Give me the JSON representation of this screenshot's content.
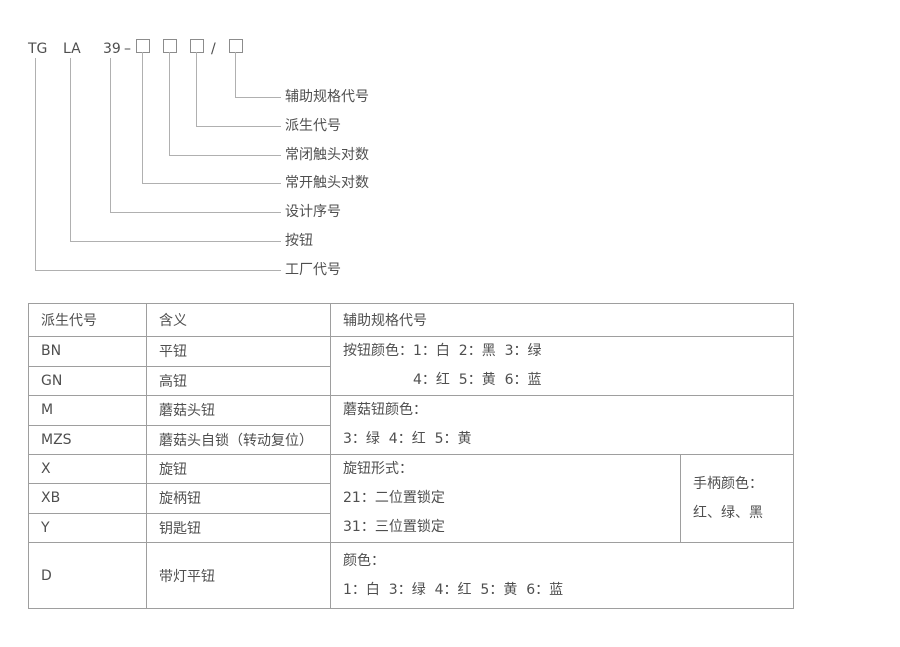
{
  "diagram": {
    "model_parts": {
      "factory": "TG",
      "type": "LA",
      "series": "39",
      "dash": "–",
      "slash": "/"
    },
    "callouts": [
      {
        "label": "辅助规格代号"
      },
      {
        "label": "派生代号"
      },
      {
        "label": "常闭触头对数"
      },
      {
        "label": "常开触头对数"
      },
      {
        "label": "设计序号"
      },
      {
        "label": "按钮"
      },
      {
        "label": "工厂代号"
      }
    ]
  },
  "table": {
    "headers": {
      "col1": "派生代号",
      "col2": "含义",
      "col3": "辅助规格代号"
    },
    "rows": [
      {
        "code": "BN",
        "meaning": "平钮"
      },
      {
        "code": "GN",
        "meaning": "高钮"
      },
      {
        "code": "M",
        "meaning": "蘑菇头钮"
      },
      {
        "code": "MZS",
        "meaning": "蘑菇头自锁（转动复位）"
      },
      {
        "code": "X",
        "meaning": "旋钮"
      },
      {
        "code": "XB",
        "meaning": "旋柄钮"
      },
      {
        "code": "Y",
        "meaning": "钥匙钮"
      },
      {
        "code": "D",
        "meaning": "带灯平钮"
      }
    ],
    "specs": {
      "button_color_line1": "按钮颜色：1：白  2：黑  3：绿",
      "button_color_line2": "4：红  5：黄  6：蓝",
      "mushroom_line1": "蘑菇钮颜色：",
      "mushroom_line2": "3：绿  4：红  5：黄",
      "knob_line1": "旋钮形式：",
      "knob_line2": "21：二位置锁定",
      "knob_line3": "31：三位置锁定",
      "handle_line1": "手柄颜色：",
      "handle_line2": "红、绿、黑",
      "lamp_line1": "颜色：",
      "lamp_line2": "1：白  3：绿  4：红  5：黄  6：蓝"
    }
  },
  "colors": {
    "text": "#4f4f4f",
    "table_border": "#9e9e9e",
    "callout_line": "#b0b0b0"
  }
}
